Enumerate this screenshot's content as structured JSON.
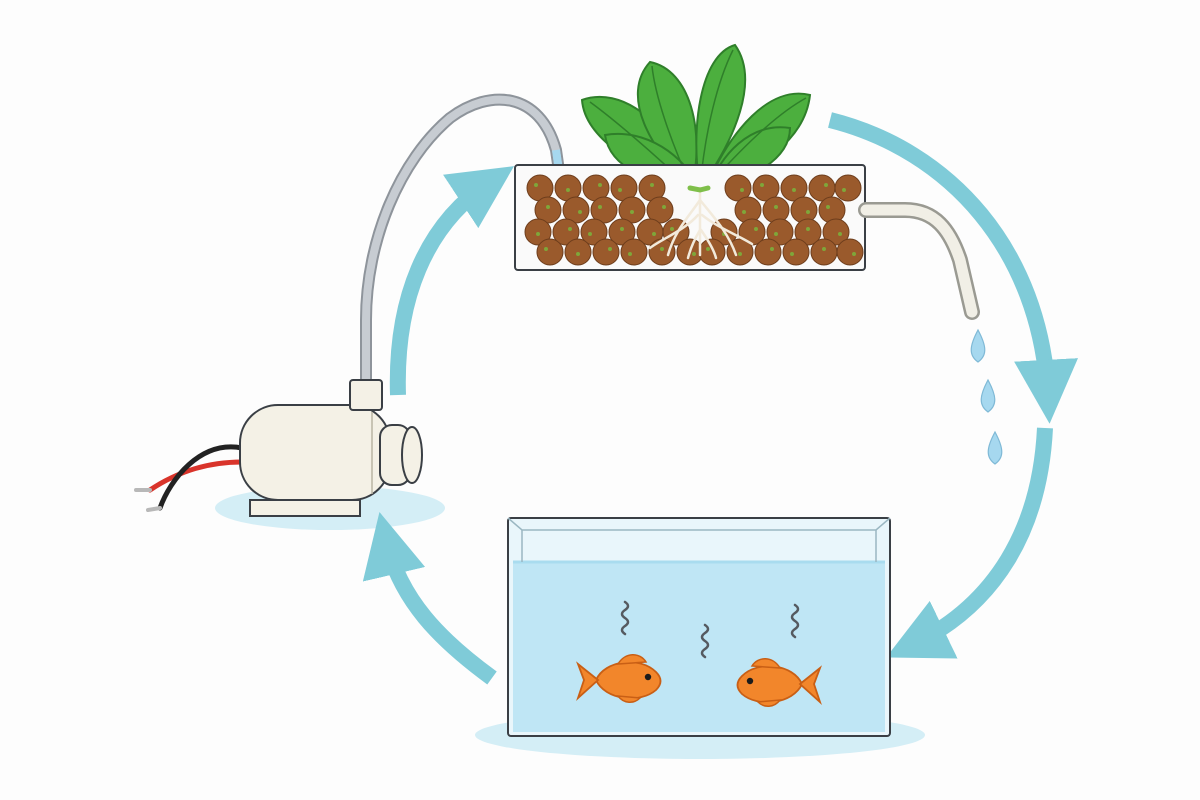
{
  "colors": {
    "background": "#fdfdfd",
    "flow_arrow": "#7fcbd8",
    "water": "#bfe6f5",
    "water_surface": "#a9dcef",
    "tank_glass": "#e9f6fb",
    "outline": "#3a3f45",
    "gravel": "#9a5a2c",
    "gravel_moss": "#7fa63a",
    "leaf": "#4caf3e",
    "leaf_dark": "#2f7f2a",
    "root": "#f2eadb",
    "pump_body": "#f4f1e6",
    "tubing": "#c7ccd2",
    "fish": "#f2862b",
    "fish_dark": "#c95f15",
    "waste": "#555a60",
    "droplet": "#a6d8ef",
    "wire_red": "#d9342b",
    "wire_black": "#222222",
    "shadow": "#d4eef6"
  },
  "components": [
    {
      "name": "grow-bed",
      "icon": "plant-bed-icon"
    },
    {
      "name": "fish-tank",
      "icon": "aquarium-icon"
    },
    {
      "name": "water-pump",
      "icon": "pump-icon"
    },
    {
      "name": "drain-pipe",
      "icon": "pipe-icon"
    },
    {
      "name": "supply-tube",
      "icon": "tube-icon"
    }
  ],
  "flow": [
    "fish-tank",
    "water-pump",
    "grow-bed",
    "fish-tank"
  ],
  "fish_count": 2,
  "droplet_count": 3
}
